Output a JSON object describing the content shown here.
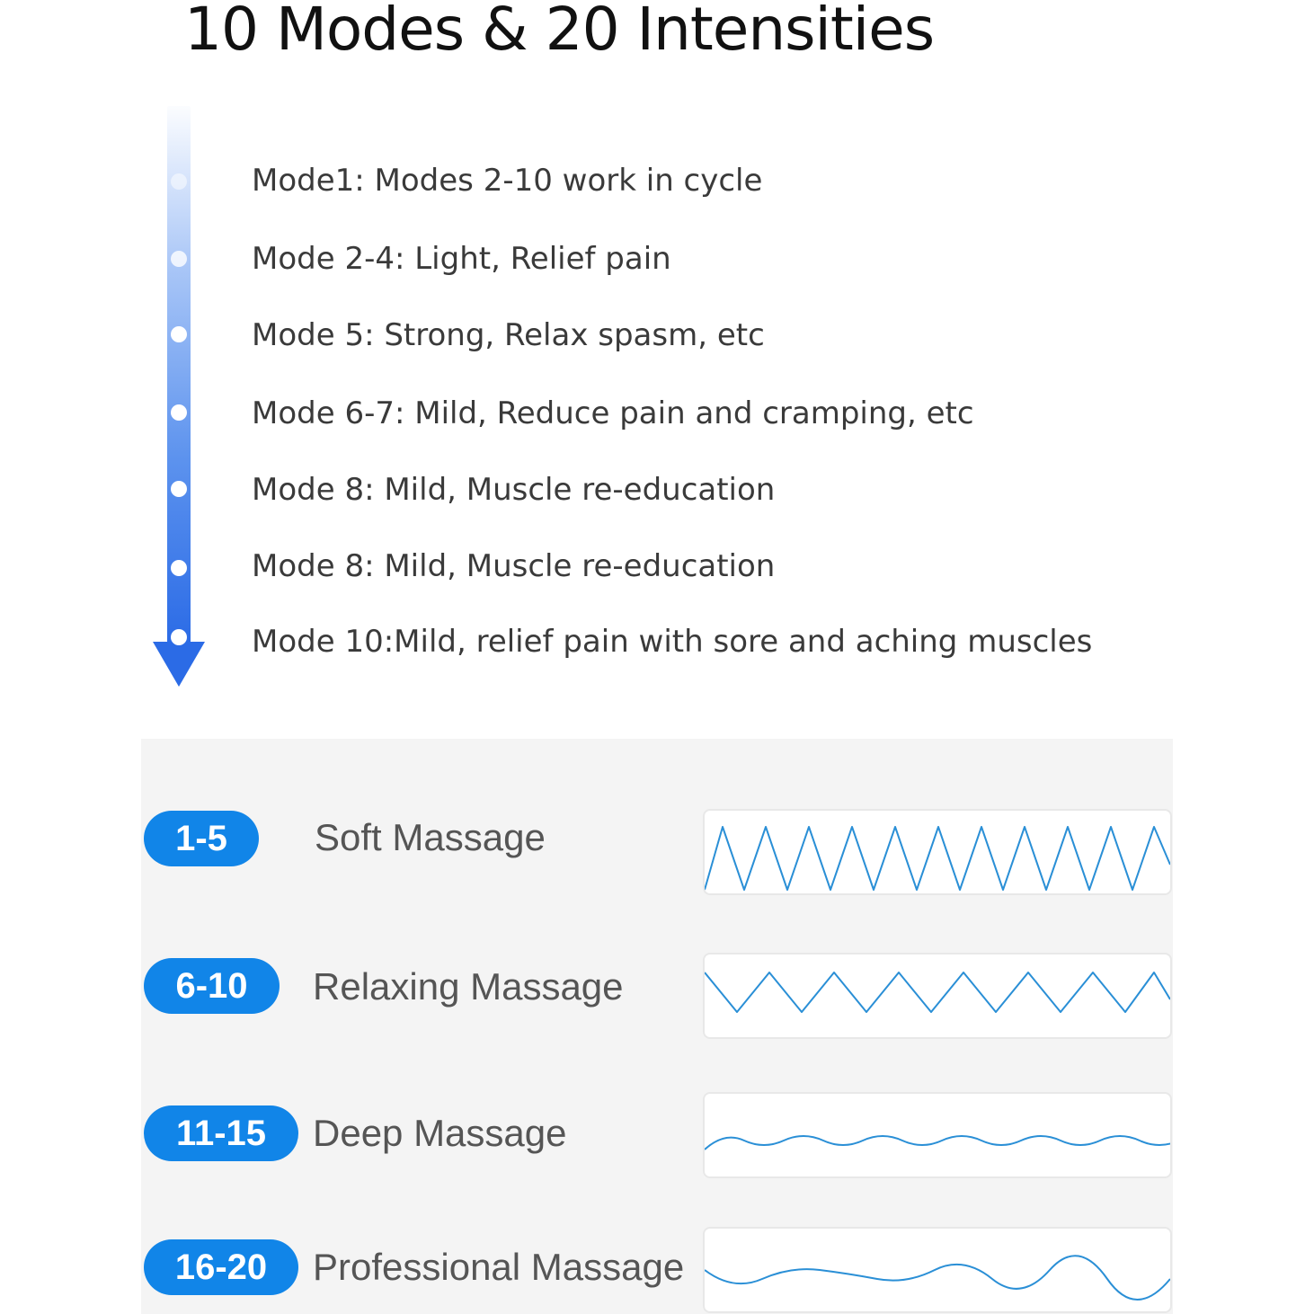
{
  "title": "10 Modes & 20 Intensities",
  "modes": [
    "Mode1: Modes 2-10 work in cycle",
    "Mode 2-4: Light, Relief pain",
    "Mode 5: Strong, Relax spasm, etc",
    "Mode 6-7: Mild, Reduce pain and cramping, etc",
    "Mode 8: Mild, Muscle re-education",
    "Mode 8: Mild, Muscle re-education",
    "Mode 10:Mild, relief pain with sore and aching muscles"
  ],
  "intensities": [
    {
      "range": "1-5",
      "label": "Soft Massage"
    },
    {
      "range": "6-10",
      "label": "Relaxing Massage"
    },
    {
      "range": "11-15",
      "label": "Deep Massage"
    },
    {
      "range": "16-20",
      "label": "Professional Massage"
    }
  ],
  "colors": {
    "badge": "#1185e8",
    "wave": "#2a8fd6",
    "arrow": "#2b6be6"
  }
}
